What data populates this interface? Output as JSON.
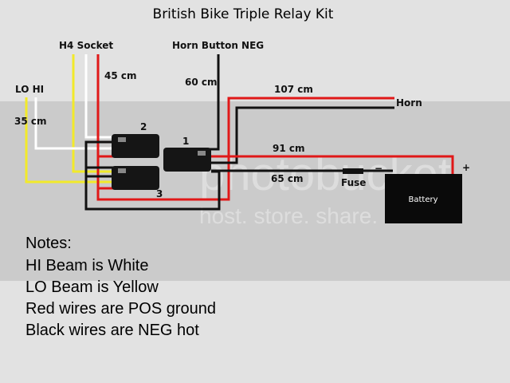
{
  "title": "British Bike Triple Relay Kit",
  "labels": {
    "h4_socket": "H4 Socket",
    "horn_button": "Horn Button NEG",
    "lo_hi": "LO HI",
    "len_45": "45 cm",
    "len_60": "60 cm",
    "len_35": "35 cm",
    "len_107": "107 cm",
    "len_91": "91 cm",
    "len_65": "65 cm",
    "horn": "Horn",
    "fuse": "Fuse",
    "battery": "Battery",
    "minus": "−",
    "plus": "+",
    "relay_1": "1",
    "relay_2": "2",
    "relay_3": "3"
  },
  "notes": [
    "Notes:",
    "HI Beam is White",
    "LO Beam is Yellow",
    "Red wires are POS ground",
    "Black wires are NEG hot"
  ],
  "watermark": {
    "brand": "photobucket",
    "tagline": "host. store. share."
  },
  "colors": {
    "red": "#e01818",
    "black": "#111111",
    "white": "#ffffff",
    "yellow": "#f2ea2a",
    "band": "#cacaca",
    "background": "#e2e2e2"
  }
}
